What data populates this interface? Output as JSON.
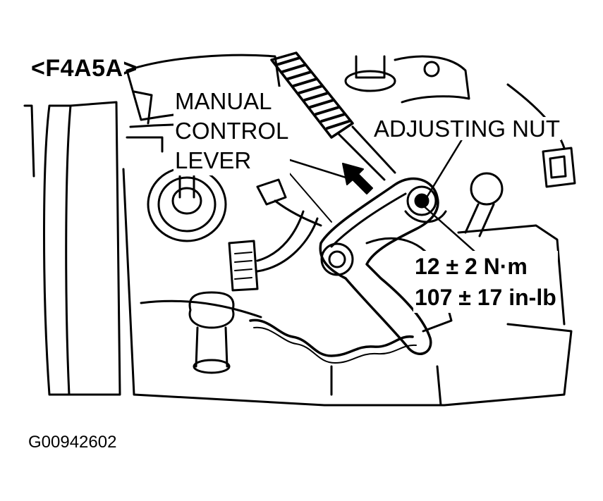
{
  "labels": {
    "model": "<F4A5A>",
    "manual_control_lever": "MANUAL\nCONTROL\nLEVER",
    "adjusting_nut": "ADJUSTING NUT",
    "torque_metric": "12 ± 2 N·m",
    "torque_imperial": "107 ± 17 in-lb"
  },
  "figure_code": "G00942602",
  "colors": {
    "line": "#000000",
    "background": "#ffffff"
  }
}
